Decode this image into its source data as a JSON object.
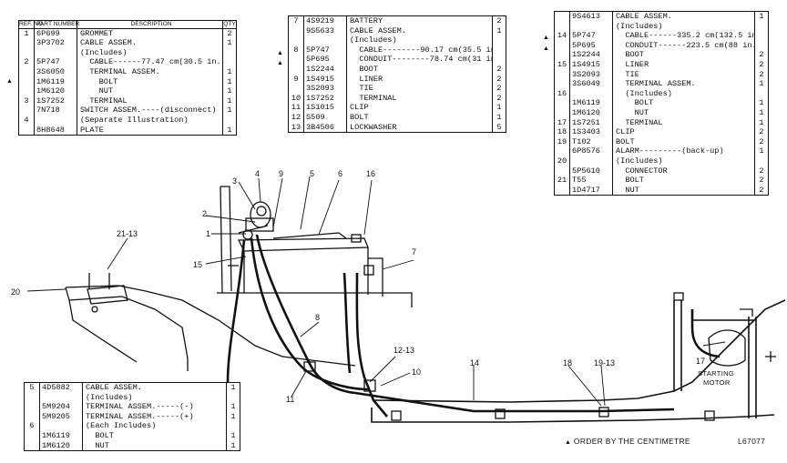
{
  "table_a": {
    "headers": {
      "ref": "REF. NO.",
      "part": "PART NUMBER",
      "desc": "DESCRIPTION",
      "qty": "QTY"
    },
    "rows": [
      {
        "ref": "1",
        "part": "6P699",
        "desc": "GROMMET",
        "qty": "2"
      },
      {
        "ref": "",
        "part": "3P3702",
        "desc": "CABLE ASSEM.",
        "qty": "1"
      },
      {
        "ref": "",
        "part": "",
        "desc": "(Includes)",
        "qty": ""
      },
      {
        "ref": "2",
        "part": "5P747",
        "desc": "  CABLE------77.47 cm(30.5 in.)",
        "qty": ""
      },
      {
        "ref": "",
        "part": "3S6050",
        "desc": "  TERMINAL ASSEM.",
        "qty": "1"
      },
      {
        "ref": "",
        "part": "1M6119",
        "desc": "    BOLT",
        "qty": "1"
      },
      {
        "ref": "",
        "part": "1M6120",
        "desc": "    NUT",
        "qty": "1"
      },
      {
        "ref": "3",
        "part": "1S7252",
        "desc": "  TERMINAL",
        "qty": "1"
      },
      {
        "ref": "",
        "part": "7N718",
        "desc": "SWITCH ASSEM.----(disconnect)",
        "qty": "1"
      },
      {
        "ref": "4",
        "part": "",
        "desc": "(Separate Illustration)",
        "qty": ""
      },
      {
        "ref": "",
        "part": "8H8648",
        "desc": "PLATE",
        "qty": "1"
      }
    ]
  },
  "table_b": {
    "rows": [
      {
        "ref": "7",
        "part": "4S9219",
        "desc": "BATTERY",
        "qty": "2"
      },
      {
        "ref": "",
        "part": "9S5633",
        "desc": "CABLE ASSEM.",
        "qty": "1"
      },
      {
        "ref": "",
        "part": "",
        "desc": "(Includes)",
        "qty": ""
      },
      {
        "ref": "8",
        "part": "5P747",
        "desc": "  CABLE--------90.17 cm(35.5 in.)",
        "qty": ""
      },
      {
        "ref": "",
        "part": "5P695",
        "desc": "  CONDUIT--------78.74 cm(31 in.)",
        "qty": ""
      },
      {
        "ref": "",
        "part": "1S2244",
        "desc": "  BOOT",
        "qty": "2"
      },
      {
        "ref": "9",
        "part": "1S4915",
        "desc": "  LINER",
        "qty": "2"
      },
      {
        "ref": "",
        "part": "3S2093",
        "desc": "  TIE",
        "qty": "2"
      },
      {
        "ref": "10",
        "part": "1S7252",
        "desc": "  TERMINAL",
        "qty": "2"
      },
      {
        "ref": "11",
        "part": "1S1015",
        "desc": "CLIP",
        "qty": "1"
      },
      {
        "ref": "12",
        "part": "S509",
        "desc": "BOLT",
        "qty": "1"
      },
      {
        "ref": "13",
        "part": "3B4506",
        "desc": "LOCKWASHER",
        "qty": "5"
      }
    ]
  },
  "table_c": {
    "rows": [
      {
        "ref": "",
        "part": "9S4613",
        "desc": "CABLE ASSEM.",
        "qty": "1"
      },
      {
        "ref": "",
        "part": "",
        "desc": "(Includes)",
        "qty": ""
      },
      {
        "ref": "14",
        "part": "5P747",
        "desc": "  CABLE------335.2 cm(132.5 in.)",
        "qty": ""
      },
      {
        "ref": "",
        "part": "5P695",
        "desc": "  CONDUIT------223.5 cm(88 in.)",
        "qty": ""
      },
      {
        "ref": "",
        "part": "1S2244",
        "desc": "  BOOT",
        "qty": "2"
      },
      {
        "ref": "15",
        "part": "1S4915",
        "desc": "  LINER",
        "qty": "2"
      },
      {
        "ref": "",
        "part": "3S2093",
        "desc": "  TIE",
        "qty": "2"
      },
      {
        "ref": "",
        "part": "3S6049",
        "desc": "  TERMINAL ASSEM.",
        "qty": "1"
      },
      {
        "ref": "16",
        "part": "",
        "desc": "  (Includes)",
        "qty": ""
      },
      {
        "ref": "",
        "part": "1M6119",
        "desc": "    BOLT",
        "qty": "1"
      },
      {
        "ref": "",
        "part": "1M6120",
        "desc": "    NUT",
        "qty": "1"
      },
      {
        "ref": "17",
        "part": "1S7251",
        "desc": "  TERMINAL",
        "qty": "1"
      },
      {
        "ref": "18",
        "part": "1S3403",
        "desc": "CLIP",
        "qty": "2"
      },
      {
        "ref": "19",
        "part": "T102",
        "desc": "BOLT",
        "qty": "2"
      },
      {
        "ref": "",
        "part": "6P8576",
        "desc": "ALARM---------(back-up)",
        "qty": "1"
      },
      {
        "ref": "20",
        "part": "",
        "desc": "(Includes)",
        "qty": ""
      },
      {
        "ref": "",
        "part": "5P5610",
        "desc": "  CONNECTOR",
        "qty": "2"
      },
      {
        "ref": "21",
        "part": "T55",
        "desc": "  BOLT",
        "qty": "2"
      },
      {
        "ref": "",
        "part": "1D4717",
        "desc": "  NUT",
        "qty": "2"
      }
    ]
  },
  "table_d": {
    "rows": [
      {
        "ref": "5",
        "part": "4D5882",
        "desc": "CABLE ASSEM.",
        "qty": "1"
      },
      {
        "ref": "",
        "part": "",
        "desc": "(Includes)",
        "qty": ""
      },
      {
        "ref": "",
        "part": "5M9204",
        "desc": "TERMINAL ASSEM.-----(-)",
        "qty": "1"
      },
      {
        "ref": "",
        "part": "5M9205",
        "desc": "TERMINAL ASSEM.-----(+)",
        "qty": "1"
      },
      {
        "ref": "6",
        "part": "",
        "desc": "(Each Includes)",
        "qty": ""
      },
      {
        "ref": "",
        "part": "1M6119",
        "desc": "  BOLT",
        "qty": "1"
      },
      {
        "ref": "",
        "part": "1M6120",
        "desc": "  NUT",
        "qty": "1"
      }
    ]
  },
  "callouts": {
    "c1": "1",
    "c2": "2",
    "c3": "3",
    "c4": "4",
    "c5": "5",
    "c6": "6",
    "c7": "7",
    "c8": "8",
    "c9": "9",
    "c10": "10",
    "c11": "11",
    "c12": "12-13",
    "c14": "14",
    "c15": "15",
    "c16": "16",
    "c17": "17",
    "c18": "18",
    "c19": "19-13",
    "c20": "20",
    "c21": "21-13"
  },
  "motor_label_1": "STARTING",
  "motor_label_2": "MOTOR",
  "footnote": "ORDER BY THE CENTIMETRE",
  "figure_id": "L67077",
  "marks": {
    "order_by_cm": "▲"
  }
}
